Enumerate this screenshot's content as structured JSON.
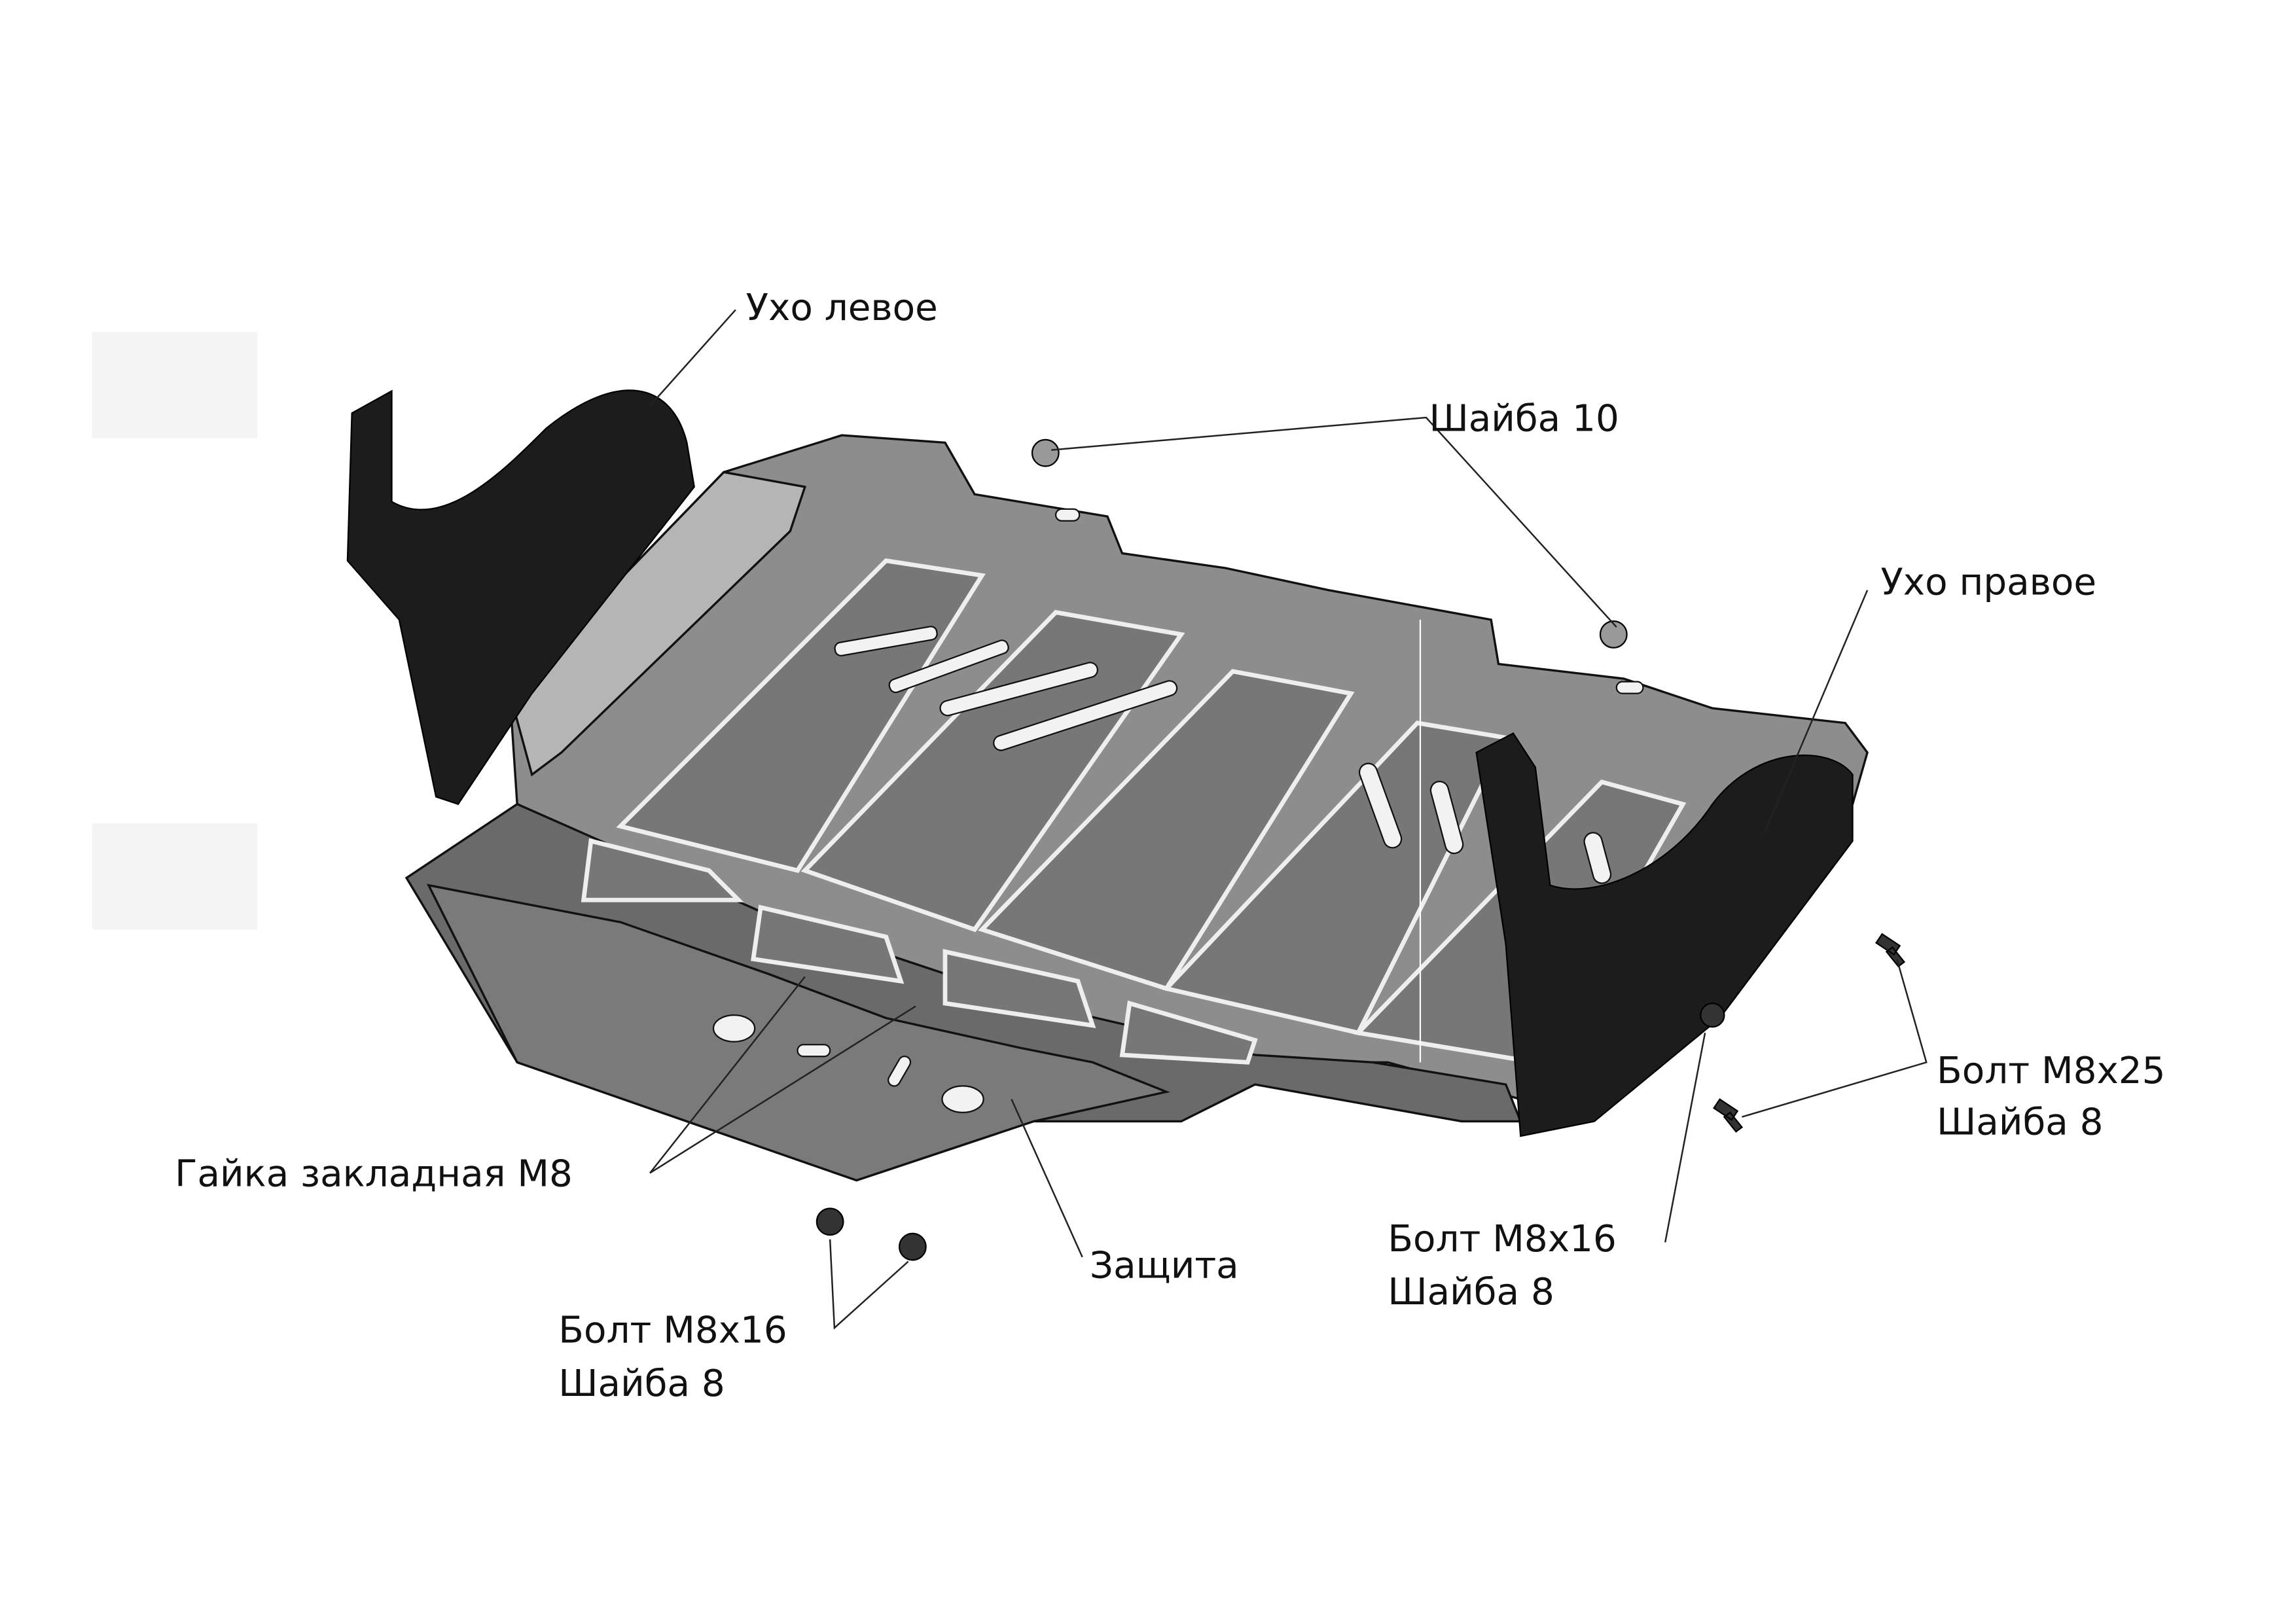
{
  "labels": {
    "left_ear": "Ухо левое",
    "washer_10": "Шайба 10",
    "right_ear": "Ухо правое",
    "bolt_m8x25": "Болт M8x25",
    "bolt_m8x25_washer": "Шайба 8",
    "insert_nut": "Гайка закладная M8",
    "guard": "Защита",
    "bolt_m8x16_left": "Болт M8x16",
    "bolt_m8x16_left_washer": "Шайба 8",
    "bolt_m8x16_right": "Болт M8x16",
    "bolt_m8x16_right_washer": "Шайба 8"
  },
  "colors": {
    "plate": "#8a8a8a",
    "plate_dark": "#5e5e5e",
    "ear": "#1c1c1c",
    "slot": "#f2f2f2"
  }
}
